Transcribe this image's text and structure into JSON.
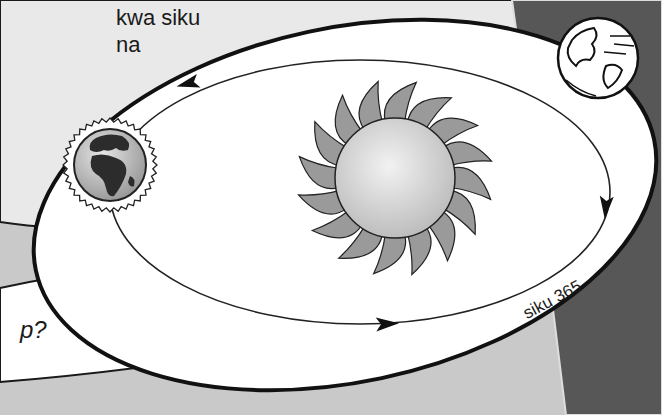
{
  "diagram": {
    "nodes": [
      {
        "text": [
          "kwa siku na"
        ]
      },
      {
        "text": [
          "p?"
        ]
      }
    ],
    "labels": [
      "siku 365"
    ]
  }
}
